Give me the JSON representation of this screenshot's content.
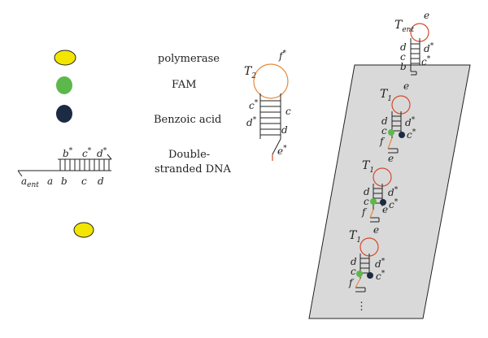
{
  "legend": {
    "polymerase": "polymerase",
    "fam": "FAM",
    "benzoic": "Benzoic acid",
    "dsdna_line1": "Double-",
    "dsdna_line2": "stranded DNA"
  },
  "dsdna": {
    "top": [
      "b",
      "c",
      "d"
    ],
    "bottom_a": "a",
    "bottom_sub": "ent",
    "bottom": [
      "a",
      "b",
      "c",
      "d"
    ],
    "star": "*"
  },
  "t2": {
    "name": "T",
    "sub": "2",
    "loop": "f",
    "left": [
      "c",
      "d"
    ],
    "right": [
      "c",
      "d"
    ],
    "tail": "e",
    "star": "*"
  },
  "tent": {
    "name": "T",
    "sub": "ent",
    "loop": "e",
    "left": [
      "d",
      "c",
      "b"
    ],
    "right": [
      "d",
      "c"
    ],
    "star": "*"
  },
  "t1": {
    "name": "T",
    "sub": "1",
    "loop": "e",
    "left": [
      "d",
      "c",
      "f"
    ],
    "right": [
      "d",
      "c"
    ],
    "star": "*"
  },
  "ellipsis": "⋮",
  "colors": {
    "polymerase": "#f2e600",
    "fam": "#5cb84a",
    "benzoic": "#1c2a44",
    "loop": "#e8893a",
    "red": "#d64a2a",
    "plate": "#d9d9d9"
  }
}
